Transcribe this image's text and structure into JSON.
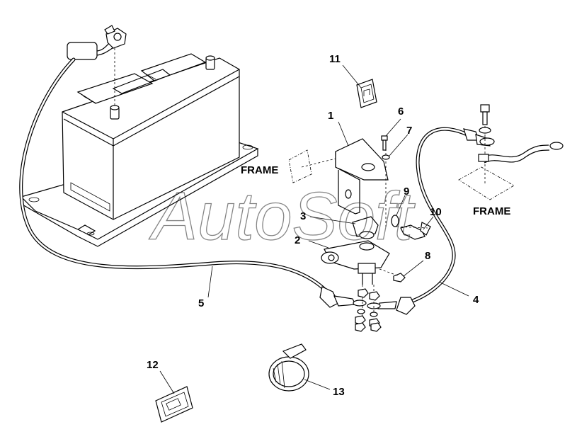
{
  "diagram": {
    "watermark": "AutoSoft",
    "frame_labels": [
      "FRAME",
      "FRAME"
    ],
    "callouts": [
      "1",
      "2",
      "3",
      "4",
      "5",
      "6",
      "7",
      "8",
      "9",
      "10",
      "11",
      "12",
      "13"
    ]
  }
}
